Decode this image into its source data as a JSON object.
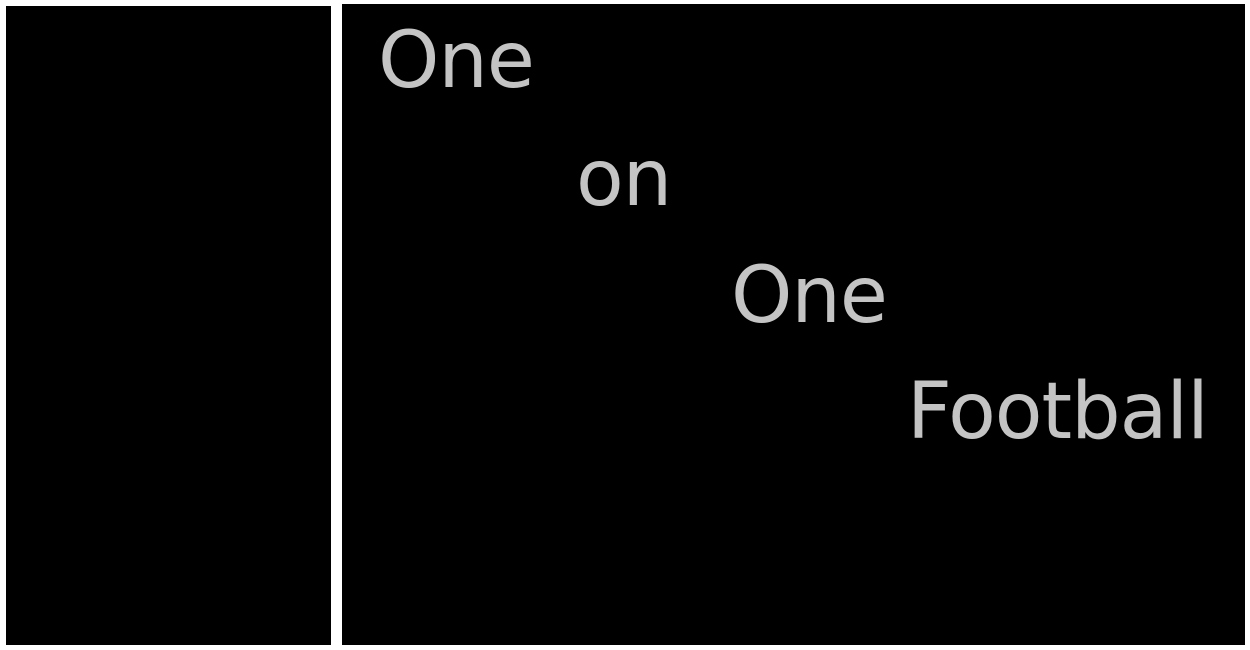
{
  "title": {
    "words": [
      "One",
      "on",
      "One",
      "Football"
    ]
  },
  "colors": {
    "background": "#000000",
    "text": "#c4c4c4",
    "divider": "#ffffff"
  }
}
